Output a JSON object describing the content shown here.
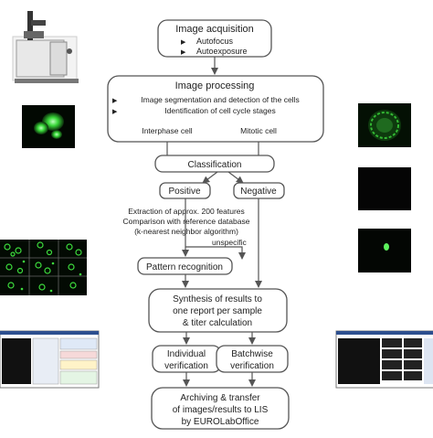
{
  "flow": {
    "acquisition": {
      "title": "Image acquisition",
      "items": [
        "Autofocus",
        "Autoexposure"
      ]
    },
    "processing": {
      "title": "Image processing",
      "items": [
        "Image segmentation and detection of the cells",
        "Identification of cell cycle stages"
      ],
      "branches": [
        "Interphase cell",
        "Mitotic cell"
      ]
    },
    "classification": "Classification",
    "positive": "Positive",
    "negative": "Negative",
    "extraction_lines": [
      "Extraction of approx. 200 features",
      "Comparison with reference database",
      "(k-nearest neighbor algorithm)"
    ],
    "unspecific": "unspecific",
    "pattern": "Pattern recognition",
    "synthesis": [
      "Synthesis of results to",
      "one report per sample",
      "& titer calculation"
    ],
    "individual": [
      "Individual",
      "verification"
    ],
    "batchwise": [
      "Batchwise",
      "verification"
    ],
    "archiving": [
      "Archiving & transfer",
      "of images/results to LIS",
      "by EUROLabOffice"
    ]
  },
  "colors": {
    "line": "#555555",
    "fluor_green": "#3ddc3d",
    "background": "#ffffff"
  },
  "icons": [
    "microscope-device",
    "fluorescent-cells",
    "mitotic-cell",
    "dark-field",
    "single-green-cell",
    "cell-grid",
    "software-screenshot"
  ]
}
